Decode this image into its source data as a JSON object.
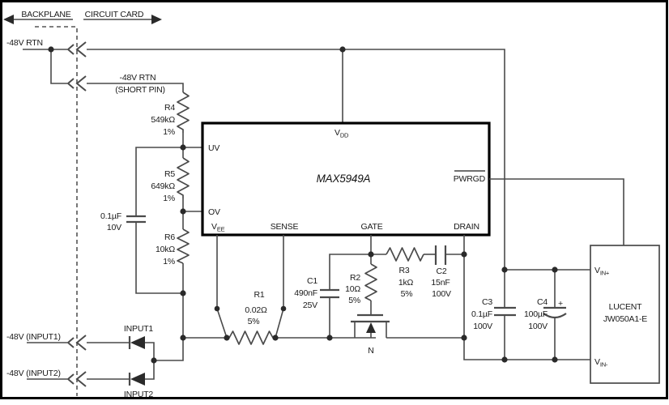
{
  "header": {
    "backplane": "BACKPLANE",
    "circuit_card": "CIRCUIT CARD"
  },
  "nets": {
    "rtn": "-48V RTN",
    "short_pin_line1": "-48V RTN",
    "short_pin_line2": "(SHORT PIN)",
    "input1": "-48V (INPUT1)",
    "input2": "-48V (INPUT2)"
  },
  "ic": {
    "part": "MAX5949A",
    "pins": {
      "uv": "UV",
      "ov": "OV",
      "vee_main": "V",
      "vee_sub": "EE",
      "vdd_main": "V",
      "vdd_sub": "DD",
      "sense": "SENSE",
      "gate": "GATE",
      "drain": "DRAIN",
      "pwrgd": "PWRGD"
    }
  },
  "components": {
    "r1": {
      "ref": "R1",
      "value": "0.02Ω",
      "tol": "5%"
    },
    "r2": {
      "ref": "R2",
      "value": "10Ω",
      "tol": "5%"
    },
    "r3": {
      "ref": "R3",
      "value": "1kΩ",
      "tol": "5%"
    },
    "r4": {
      "ref": "R4",
      "value": "549kΩ",
      "tol": "1%"
    },
    "r5": {
      "ref": "R5",
      "value": "649kΩ",
      "tol": "1%"
    },
    "r6": {
      "ref": "R6",
      "value": "10kΩ",
      "tol": "1%"
    },
    "c_uv": {
      "value": "0.1µF",
      "rating": "10V"
    },
    "c1": {
      "ref": "C1",
      "value": "490nF",
      "rating": "25V"
    },
    "c2": {
      "ref": "C2",
      "value": "15nF",
      "rating": "100V"
    },
    "c3": {
      "ref": "C3",
      "value": "0.1µF",
      "rating": "100V"
    },
    "c4": {
      "ref": "C4",
      "value": "100µF",
      "rating": "100V",
      "polarity": "+"
    },
    "d1": {
      "label": "INPUT1"
    },
    "d2": {
      "label": "INPUT2"
    },
    "q1": {
      "label": "N"
    }
  },
  "module": {
    "name_line1": "LUCENT",
    "name_line2": "JW050A1-E",
    "vin_plus_main": "V",
    "vin_plus_sub": "IN+",
    "vin_minus_main": "V",
    "vin_minus_sub": "IN-"
  },
  "colors": {
    "wire": "#4a4a4a",
    "text": "#1a1a1a",
    "ic_border": "#000000",
    "background": "#ffffff"
  }
}
